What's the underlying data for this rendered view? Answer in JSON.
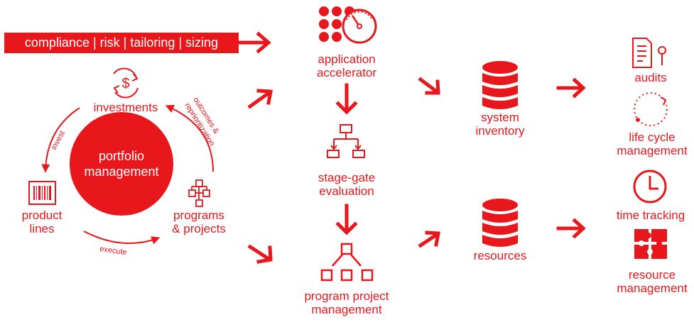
{
  "banner": {
    "text": "compliance | risk | tailoring | sizing"
  },
  "cycle": {
    "center": {
      "line1": "portfolio",
      "line2": "management"
    },
    "investments": "investments",
    "product_lines": {
      "line1": "product",
      "line2": "lines"
    },
    "programs": {
      "line1": "programs",
      "line2": "& projects"
    },
    "arc_invest": "invest",
    "arc_execute": "execute",
    "arc_outcomes": {
      "line1": "outcomes &",
      "line2": "reprioritization"
    }
  },
  "process": {
    "accelerator": {
      "line1": "application",
      "line2": "accelerator"
    },
    "stage_gate": {
      "line1": "stage-gate",
      "line2": "evaluation"
    },
    "ppm": {
      "line1": "program project",
      "line2": "management"
    }
  },
  "systems": {
    "inventory": {
      "line1": "system",
      "line2": "inventory"
    },
    "resources": "resources"
  },
  "outcomes": {
    "audits": "audits",
    "lifecycle": {
      "line1": "life cycle",
      "line2": "management"
    },
    "time_tracking": "time tracking",
    "resource_mgmt": {
      "line1": "resource",
      "line2": "management"
    }
  },
  "colors": {
    "accent": "#e8171c",
    "background": "#ffffff"
  },
  "icons": [
    "dollar-cycle-icon",
    "barcode-icon",
    "org-flow-icon",
    "dots-gauge-icon",
    "flowchart-icon",
    "hierarchy-icon",
    "database-icon",
    "document-pin-icon",
    "dashed-circle-icon",
    "clock-icon",
    "puzzle-icon"
  ]
}
